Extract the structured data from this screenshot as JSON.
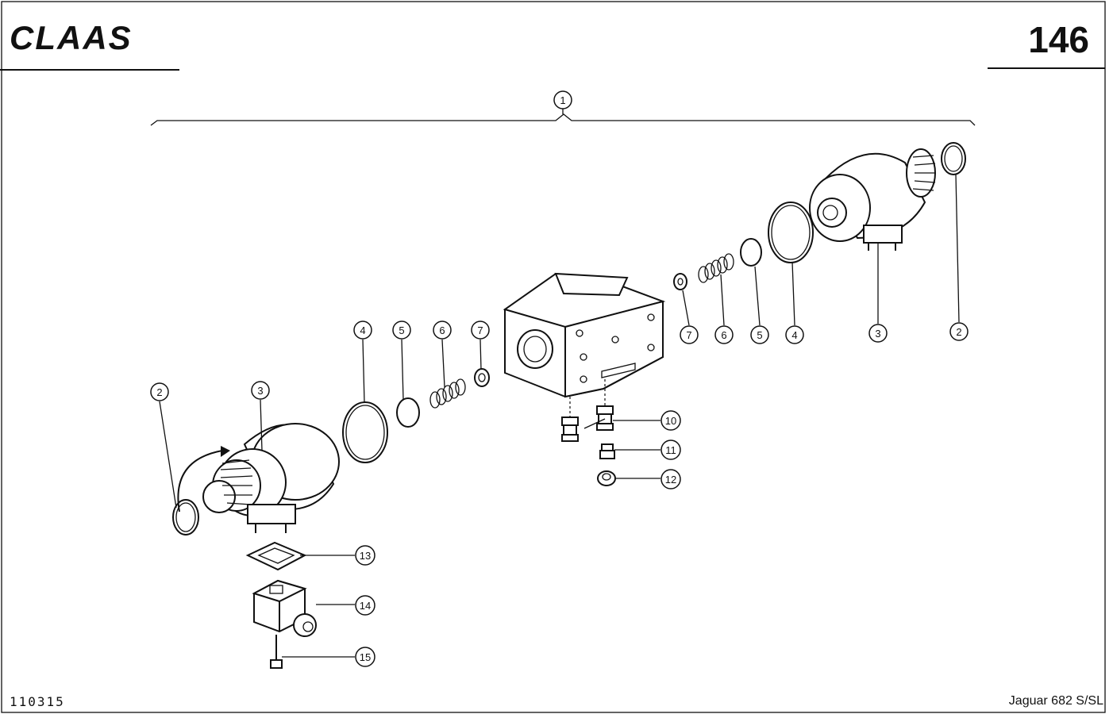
{
  "header": {
    "brand": "CLAAS",
    "page_number": "146"
  },
  "footer": {
    "drawing_number": "110315",
    "model": "Jaguar 682 S/SL"
  },
  "callouts": {
    "c1": "1",
    "c2": "2",
    "c3": "3",
    "c4": "4",
    "c5": "5",
    "c6": "6",
    "c7": "7",
    "c10": "10",
    "c11": "11",
    "c12": "12",
    "c13": "13",
    "c14": "14",
    "c15": "15"
  }
}
